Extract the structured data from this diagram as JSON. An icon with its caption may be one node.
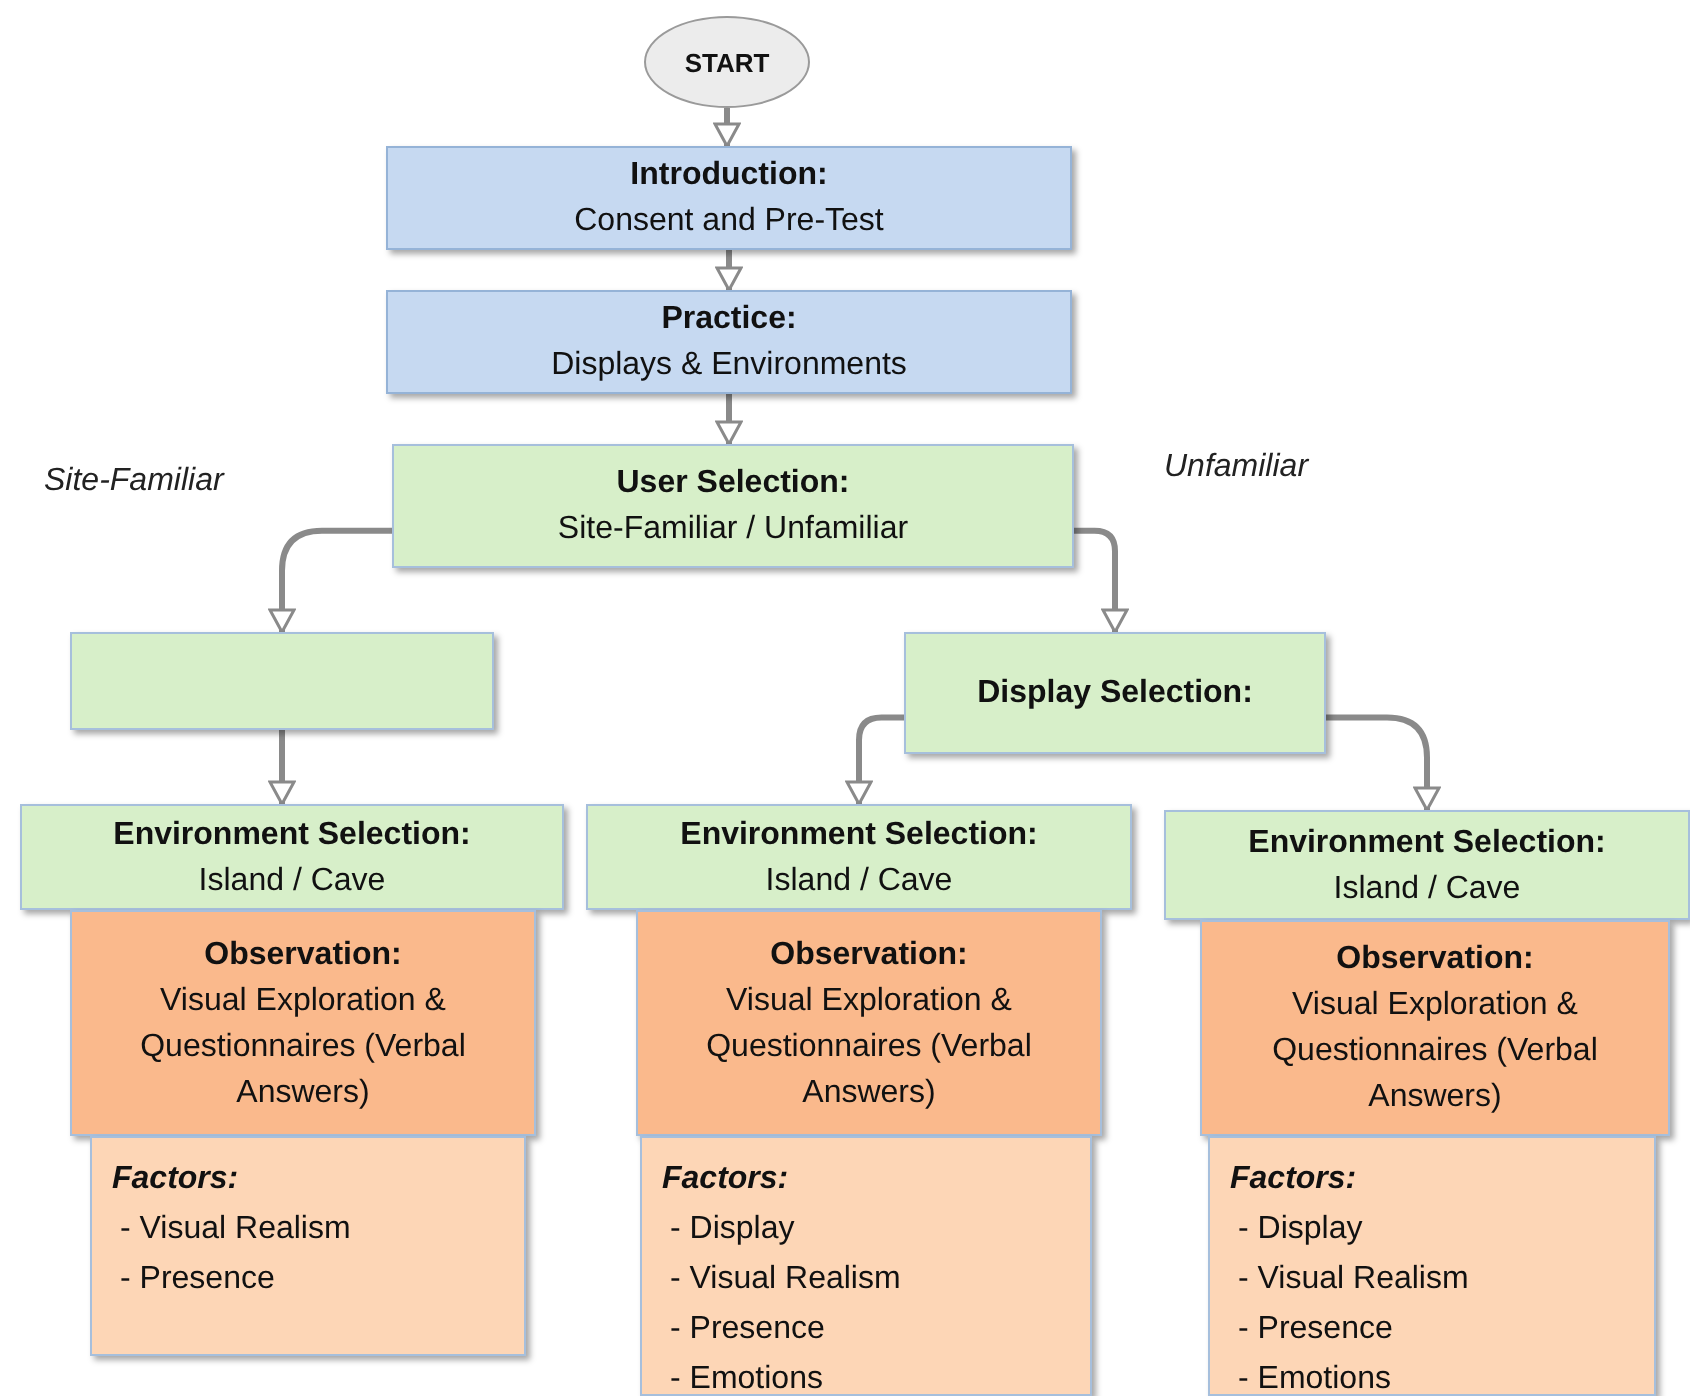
{
  "diagram": {
    "nodes": [
      {
        "text": [
          "START"
        ]
      },
      {
        "text": [
          "Introduction:",
          "Consent and Pre-Test"
        ]
      },
      {
        "text": [
          "Practice:",
          "Displays & Environments"
        ]
      },
      {
        "text": [
          "User Selection:",
          "Site-Familiar / Unfamiliar"
        ]
      },
      {
        "text": [],
        "shape": "box"
      },
      {
        "text": [
          "Display Selection:"
        ]
      },
      {
        "text": [
          "Environment Selection:",
          "Island / Cave"
        ]
      },
      {
        "text": [
          "Observation:",
          "Visual Exploration & Questionnaires (Verbal Answers)"
        ]
      },
      {
        "text": [
          "Factors:",
          "- Visual Realism",
          "- Presence"
        ]
      },
      {
        "text": [
          "Environment Selection:",
          "Island / Cave"
        ]
      },
      {
        "text": [
          "Observation:",
          "Visual Exploration & Questionnaires (Verbal Answers)"
        ]
      },
      {
        "text": [
          "Factors:",
          "- Display",
          "- Visual Realism",
          "- Presence",
          "- Emotions"
        ]
      },
      {
        "text": [
          "Environment Selection:",
          "Island / Cave"
        ]
      },
      {
        "text": [
          "Observation:",
          "Visual Exploration & Questionnaires (Verbal Answers)"
        ]
      },
      {
        "text": [
          "Factors:",
          "- Display",
          "- Visual Realism",
          "- Presence",
          "- Emotions"
        ]
      }
    ],
    "edges": [
      {
        "from": 0,
        "to": 1,
        "arrow": "to"
      },
      {
        "from": 1,
        "to": 2,
        "arrow": "to"
      },
      {
        "from": 2,
        "to": 3,
        "arrow": "to"
      },
      {
        "from": 3,
        "to": 4,
        "arrow": "to",
        "label": "Site-Familiar"
      },
      {
        "from": 3,
        "to": 5,
        "arrow": "to",
        "label": "Unfamiliar"
      },
      {
        "from": 4,
        "to": 6,
        "arrow": "to"
      },
      {
        "from": 5,
        "to": 9,
        "arrow": "to"
      },
      {
        "from": 5,
        "to": 12,
        "arrow": "to"
      }
    ]
  }
}
